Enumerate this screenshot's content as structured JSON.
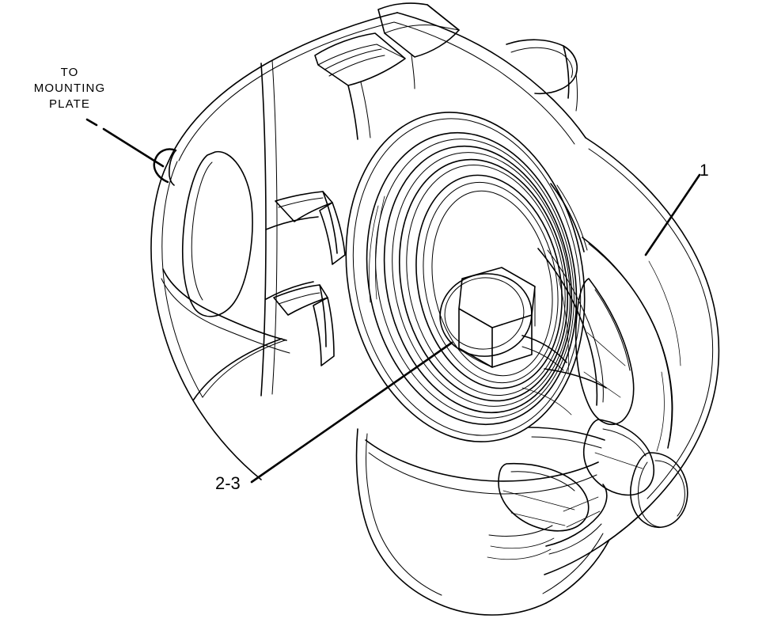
{
  "drawing": {
    "title": "exploded parts illustration",
    "subject": "belt tensioner assembly with mounting bracket",
    "background_color": "#ffffff",
    "line_color": "#000000",
    "style": "line art / technical isometric"
  },
  "callouts": [
    {
      "id": "to-mounting-plate",
      "text": "TO\nMOUNTING\nPLATE",
      "lines": [
        "TO",
        "MOUNTING",
        "PLATE"
      ],
      "leader_from": [
        112,
        152
      ],
      "leader_to": [
        207,
        211
      ],
      "leader_style": "dashed-then-solid"
    },
    {
      "id": "item-1",
      "text": "1",
      "leader_from": [
        884,
        222
      ],
      "leader_to": [
        816,
        322
      ],
      "leader_style": "solid"
    },
    {
      "id": "item-2-3",
      "text": "2-3",
      "leader_from": [
        318,
        609
      ],
      "leader_to": [
        570,
        433
      ],
      "leader_style": "solid"
    }
  ],
  "features": {
    "hex_bolt": "hex-head bolt at pulley center",
    "boss": "small cylindrical boss on left housing face",
    "bracket": "webbed cast bracket with triangular lightening openings",
    "pulley_face": "concentric grooved pulley face",
    "ribs": "raised rectangular ribs on upper housing"
  }
}
